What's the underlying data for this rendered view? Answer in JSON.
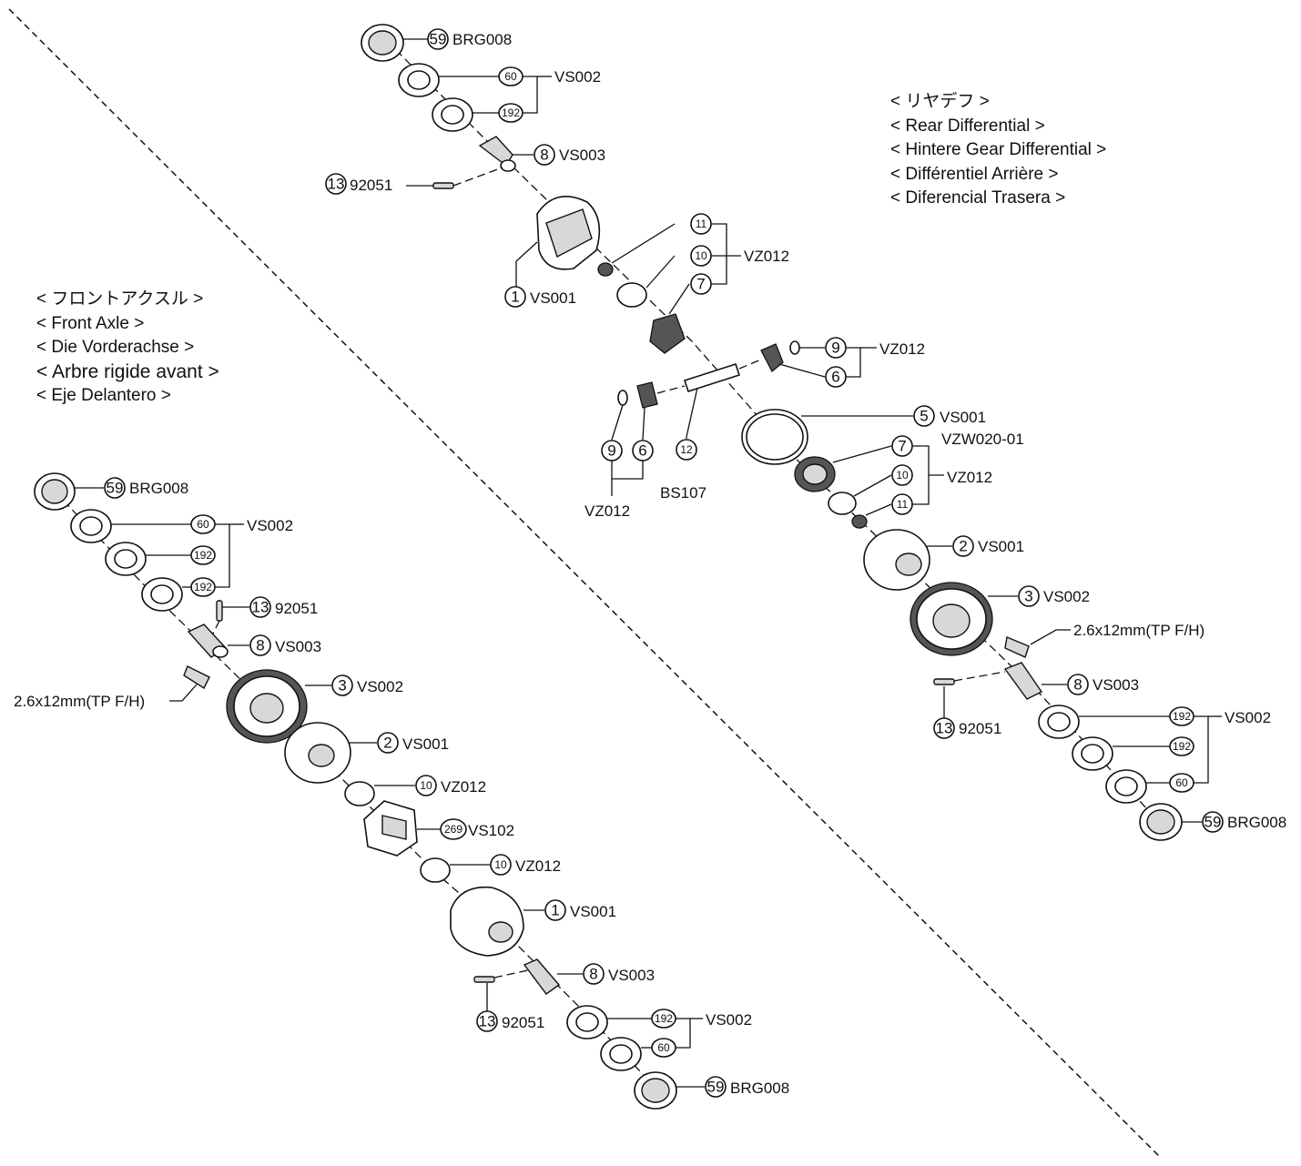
{
  "rear": {
    "heading": [
      "< リヤデフ >",
      "< Rear Differential >",
      "< Hintere Gear Differential >",
      "< Différentiel Arrière >",
      "< Diferencial Trasera >"
    ],
    "callouts": [
      {
        "num": "59",
        "code": "BRG008"
      },
      {
        "num": "60",
        "code": "VS002"
      },
      {
        "num": "192",
        "code": ""
      },
      {
        "num": "8",
        "code": "VS003"
      },
      {
        "num": "13",
        "code": "92051"
      },
      {
        "num": "1",
        "code": "VS001"
      },
      {
        "num": "11",
        "code": ""
      },
      {
        "num": "10",
        "code": "VZ012"
      },
      {
        "num": "7",
        "code": ""
      },
      {
        "num": "9",
        "code": "VZ012"
      },
      {
        "num": "6",
        "code": ""
      },
      {
        "num": "9",
        "code": ""
      },
      {
        "num": "6",
        "code": ""
      },
      {
        "num": "12",
        "code": "BS107"
      },
      {
        "num": "5",
        "code": "VS001"
      },
      {
        "num": "7",
        "code": "VZW020-01"
      },
      {
        "num": "10",
        "code": "VZ012"
      },
      {
        "num": "11",
        "code": ""
      },
      {
        "num": "2",
        "code": "VS001"
      },
      {
        "num": "3",
        "code": "VS002"
      },
      {
        "num": "",
        "code": "2.6x12mm(TP F/H)"
      },
      {
        "num": "8",
        "code": "VS003"
      },
      {
        "num": "13",
        "code": "92051"
      },
      {
        "num": "192",
        "code": "VS002"
      },
      {
        "num": "192",
        "code": ""
      },
      {
        "num": "60",
        "code": ""
      },
      {
        "num": "59",
        "code": "BRG008"
      }
    ],
    "vz012_bottom": "VZ012"
  },
  "front": {
    "heading": [
      "< フロントアクスル >",
      "< Front Axle >",
      "< Die Vorderachse >",
      "< Arbre rigide avant >",
      "< Eje Delantero >"
    ],
    "callouts": [
      {
        "num": "59",
        "code": "BRG008"
      },
      {
        "num": "60",
        "code": "VS002"
      },
      {
        "num": "192",
        "code": ""
      },
      {
        "num": "192",
        "code": ""
      },
      {
        "num": "13",
        "code": "92051"
      },
      {
        "num": "8",
        "code": "VS003"
      },
      {
        "num": "",
        "code": "2.6x12mm(TP F/H)"
      },
      {
        "num": "3",
        "code": "VS002"
      },
      {
        "num": "2",
        "code": "VS001"
      },
      {
        "num": "10",
        "code": "VZ012"
      },
      {
        "num": "269",
        "code": "VS102"
      },
      {
        "num": "10",
        "code": "VZ012"
      },
      {
        "num": "1",
        "code": "VS001"
      },
      {
        "num": "8",
        "code": "VS003"
      },
      {
        "num": "13",
        "code": "92051"
      },
      {
        "num": "192",
        "code": "VS002"
      },
      {
        "num": "60",
        "code": ""
      },
      {
        "num": "59",
        "code": "BRG008"
      }
    ]
  }
}
